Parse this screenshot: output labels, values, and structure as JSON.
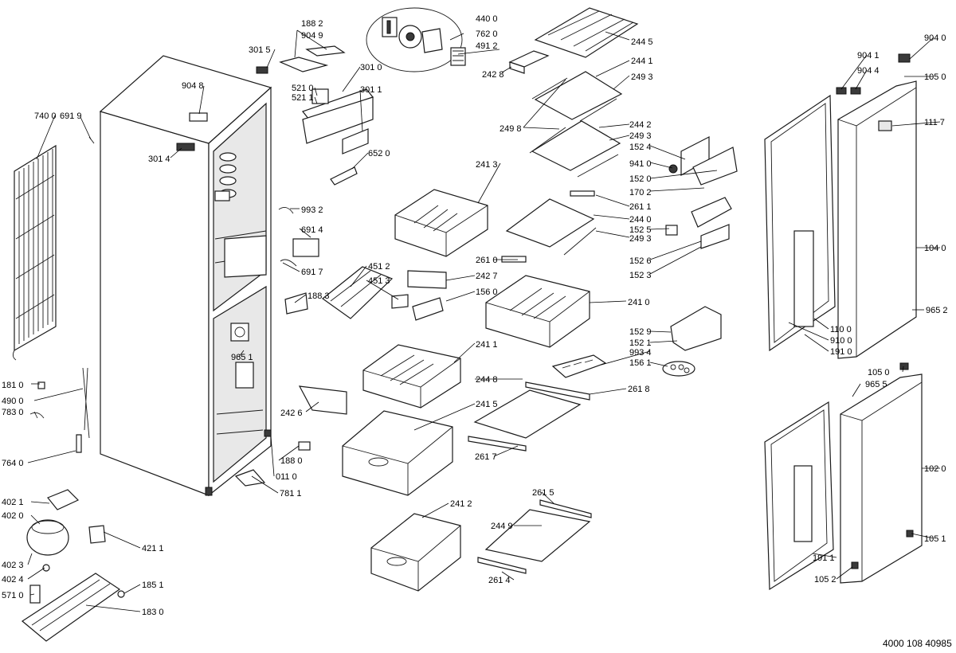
{
  "document_number": "4000 108 40985",
  "callouts": {
    "c7400": "740 0",
    "c6919": "691 9",
    "c3015": "301 5",
    "c1882": "188 2",
    "c9049": "904 9",
    "c4400": "440 0",
    "c7620": "762 0",
    "c4912": "491 2",
    "c2428": "242 8",
    "c2445": "244 5",
    "c2441": "244 1",
    "c2493a": "249 3",
    "c3010": "301 0",
    "c9048": "904 8",
    "c5210": "521 0",
    "c5211": "521 1",
    "c3011": "301 1",
    "c3014": "301 4",
    "c6520": "652 0",
    "c2498": "249 8",
    "c2442": "244 2",
    "c2493b": "249 3",
    "c1524": "152 4",
    "c9410": "941 0",
    "c1520": "152 0",
    "c1702": "170 2",
    "c2611": "261 1",
    "c2440": "244 0",
    "c1525": "152 5",
    "c2493c": "249 3",
    "c2413": "241 3",
    "c9932": "993 2",
    "c6914": "691 4",
    "c6917": "691 7",
    "c4512": "451 2",
    "c4513": "451 3",
    "c2610": "261 0",
    "c2427": "242 7",
    "c1560": "156 0",
    "c1526": "152 6",
    "c1523": "152 3",
    "c1883": "188 3",
    "c2410": "241 0",
    "c9651": "965 1",
    "c1529": "152 9",
    "c1521": "152 1",
    "c9934": "993 4",
    "c1561": "156 1",
    "c2411": "241 1",
    "c1810": "181 0",
    "c4900": "490 0",
    "c7830": "783 0",
    "c2426": "242 6",
    "c2448": "244 8",
    "c2618": "261 8",
    "c2415": "241 5",
    "c2617": "261 7",
    "c1880": "188 0",
    "c0110": "011 0",
    "c7640": "764 0",
    "c7811": "781 1",
    "c4021": "402 1",
    "c4020": "402 0",
    "c4211": "421 1",
    "c4023": "402 3",
    "c4024": "402 4",
    "c5710": "571 0",
    "c1851": "185 1",
    "c1830": "183 0",
    "c2412": "241 2",
    "c2615": "261 5",
    "c2449": "244 9",
    "c2614": "261 4",
    "c9040": "904 0",
    "c9041": "904 1",
    "c9044": "904 4",
    "c1050a": "105 0",
    "c1117": "111 7",
    "c1040": "104 0",
    "c9652": "965 2",
    "c1100": "110 0",
    "c9100": "910 0",
    "c1910": "191 0",
    "c1050b": "105 0",
    "c9655": "965 5",
    "c1020": "102 0",
    "c1051": "105 1",
    "c1911": "191 1",
    "c1052": "105 2"
  }
}
